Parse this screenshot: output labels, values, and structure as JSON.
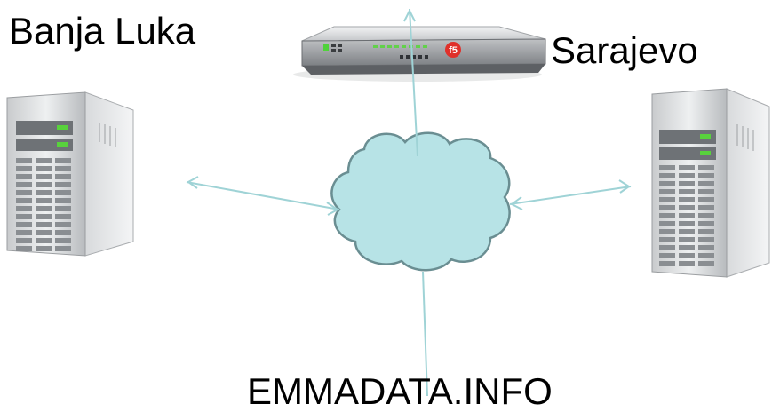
{
  "labels": {
    "left_city": "Banja Luka",
    "right_city": "Sarajevo",
    "site": "EMMADATA.INFO"
  },
  "device": {
    "brand_badge": "f5"
  },
  "colors": {
    "connector": "#9fd3d6",
    "cloud_fill": "#b7e3e6",
    "cloud_stroke": "#6a8e92",
    "badge": "#e0302a"
  }
}
